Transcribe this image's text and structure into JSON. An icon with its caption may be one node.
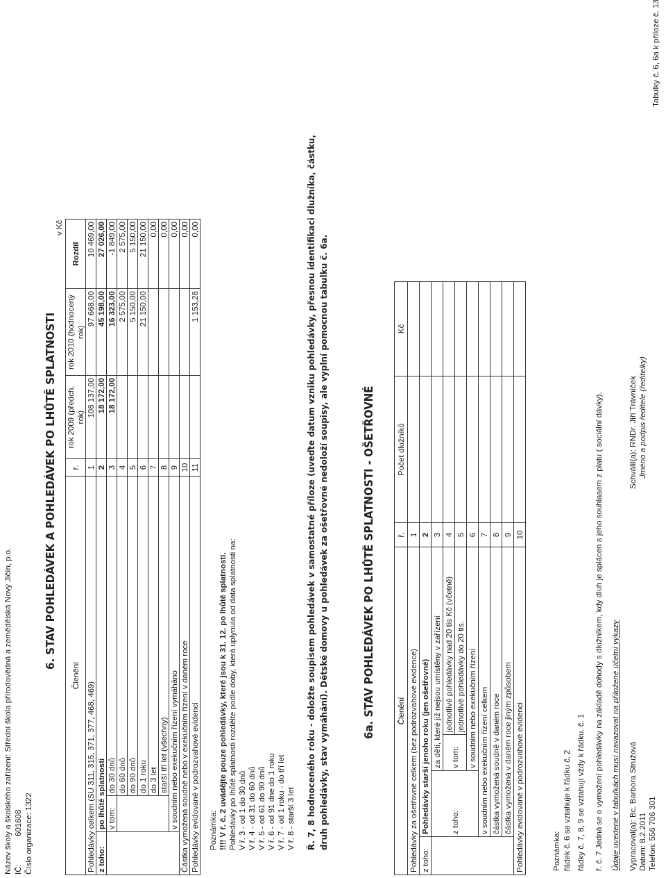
{
  "diagram": {
    "labels": [
      "Název školy a školského zařízení: Střední škola přírodovědná a zemědělská Nový Jičín, p.o.",
      "IČ:",
      "601608",
      "Číslo organizace: 1322",
      "Tabulky č. 6, 6a k příloze č. 13",
      "6. STAV POHLEDÁVEK A POHLEDÁVEK PO LHŮTĚ SPLATNOSTI",
      "v Kč",
      "Členění",
      "ř.",
      "rok 2009 (předch. rok)",
      "rok 2010 (hodnocený rok)",
      "Rozdíl",
      "Pohledávky celkem (SU 311, 315, 371, 377, 468, 469)",
      "1",
      "108 137,00",
      "97 668,00",
      "10 469,00",
      "z toho:",
      "po lhůtě splatnosti",
      "2",
      "18 172,00",
      "45 198,00",
      "27 026,00",
      "v tom:",
      "do 30 dnů",
      "3",
      "18 172,00",
      "16 323,00",
      "-1 849,00",
      "do 60 dnů",
      "4",
      "2 575,00",
      "2 575,00",
      "do 90 dnů",
      "5",
      "5 150,00",
      "5 150,00",
      "do 1 roku",
      "6",
      "21 150,00",
      "21 150,00",
      "do 3 let",
      "7",
      "0,00",
      "starší tří let (všechny)",
      "8",
      "0,00",
      "v soudním nebo exekučním řízení vymáháno",
      "9",
      "0,00",
      "Částka vymožená soudně nebo v exekučním řízení v daném roce",
      "10",
      "0,00",
      "Pohledávky evidované v podrozvahové evidenci",
      "11",
      "1 153,28",
      "0,00",
      "Poznámka:",
      "!!!! V ř. č. 2 uvádějte pouze pohledávky, které jsou k 31. 12. po lhůtě splatnosti.",
      "Pohledávky po lhůtě splatnosti rozdělte podle doby, která uplynula od data splatnosti na:",
      "V ř. 3 - od 1 do 30 dnů",
      "V ř. 4 - od 31 do 60 dnů",
      "V ř. 5 - od 61 do 90 dnů",
      "V ř. 6 - od 91 dne do 1 roku",
      "V ř. 7 - od 1 roku - do tří let",
      "V ř. 8 - starší 3 let",
      "Ř. 7, 8 hodnoceného roku - doložte soupisem pohledávek v samostatné příloze (uveďte datum vzniku pohledávky, přesnou identifikaci dlužníka, částku, druh pohledávky, stav vymáhání). Dětské domovy u pohledávek za ošetřovné nedoloží soupisy, ale vyplní pomocnou tabulku č. 6a.",
      "6a. STAV POHLEDÁVEK PO LHŮTĚ SPLATNOSTI - OŠETŘOVNÉ",
      "Členění",
      "ř.",
      "Počet dlužníků",
      "Kč",
      "Pohledávky za ošetřovné celkem (bez podrozvahové evidence)",
      "1",
      "z toho:",
      "Pohledávky starší jenoho roku (jen ošetřovné)",
      "2",
      "z toho:",
      "za děti, které již nejsou umístěny v zařízení",
      "3",
      "v tom:",
      "jednotlivé pohledávky nad 20 tis Kč (včetně)",
      "4",
      "jednotlivé pohledávky do 20 tis.",
      "5",
      "v soudním nebo exekučním řízení",
      "6",
      "v soudním nebo exekučním řízení celkem",
      "7",
      "částka vymožená soudně v daném roce",
      "8",
      "částka vymožená v daném roce jiným způsobem",
      "9",
      "Pohledávky evidované v podrozvahové evidenci",
      "10",
      "Poznámka:",
      "řádek č. 6 se vztahuje k řádku č. 2",
      "řádky č. 7, 8, 9 se vztahují vždy k řádku. č. 1",
      "ř. č. 7 Jedná se o vymožení pohledávky na základě dohody s dlužníkem, kdy dluh je splácen s jeho souhlasem z platu ( sociální dávky).",
      "Údaje uvedené v tabulkách musí navazovat na přiložené účetní výkazy",
      "Vypracoval(a): Bc. Barbora Stružová",
      "Datum: 8.2.2011",
      "Telefon: 556 706 301",
      "Schválil(a): RNDr. Jiří Trávníček",
      "Jméno a podpis ředitele (ředitelky)"
    ]
  }
}
